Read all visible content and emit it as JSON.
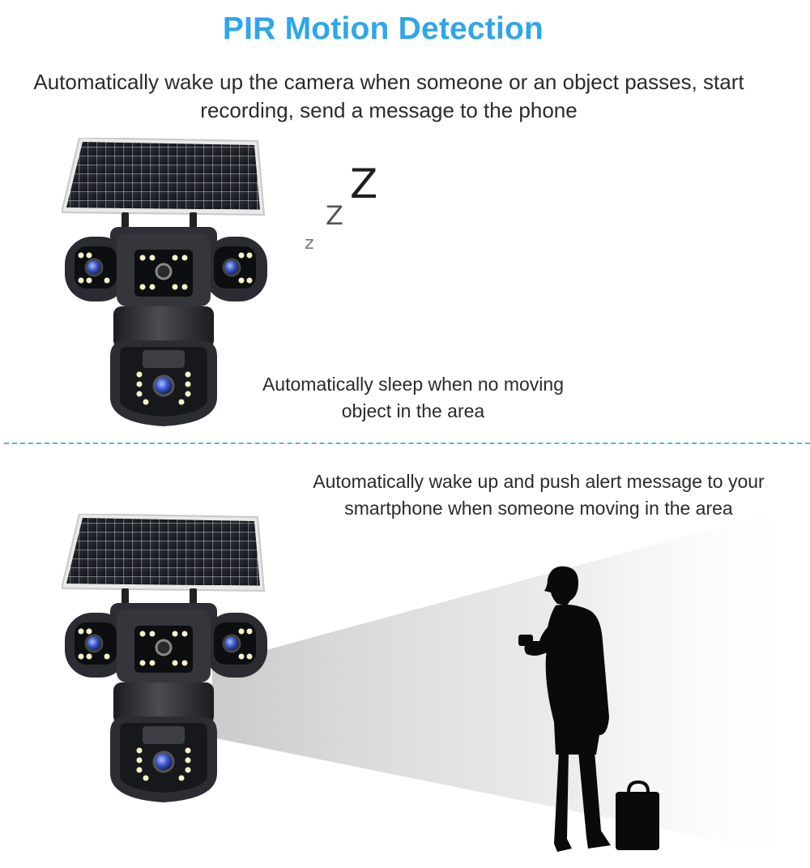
{
  "header": {
    "title": "PIR Motion Detection",
    "intro": "Automatically wake up the camera when someone or an object passes, start recording, send a message to the phone"
  },
  "sleep_section": {
    "caption": "Automatically sleep when no moving object in the area",
    "zzz": [
      "z",
      "Z",
      "Z"
    ]
  },
  "wake_section": {
    "caption": "Automatically wake up and push alert message to your smartphone when someone moving in the area"
  },
  "colors": {
    "title": "#2ea6ea",
    "divider": "#5ab4de",
    "camera_body": "#2a2c31",
    "lens": "#3a55c8",
    "led": "#f4f2c8"
  },
  "icons": {
    "camera": "solar-ptz-camera-icon",
    "person": "person-silhouette-icon",
    "sleep": "zzz-icon"
  }
}
